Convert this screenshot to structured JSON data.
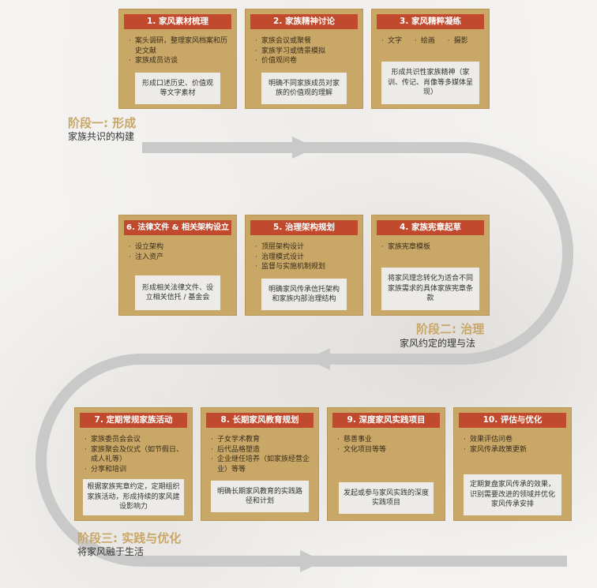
{
  "stages": [
    {
      "title": "阶段一: 形成",
      "subtitle": "家族共识的构建"
    },
    {
      "title": "阶段二: 治理",
      "subtitle": "家风约定的理与法"
    },
    {
      "title": "阶段三: 实践与优化",
      "subtitle": "将家风融于生活"
    }
  ],
  "cards": {
    "c1": {
      "title": "1. 家风素材梳理",
      "items": [
        "案头调研，整理家风档案和历史文献",
        "家族成员访谈"
      ],
      "note": "形成口述历史、价值观等文字素材"
    },
    "c2": {
      "title": "2. 家族精神讨论",
      "items": [
        "家族会议或聚餐",
        "家族学习或情景模拟",
        "价值观问卷"
      ],
      "note": "明确不同家族成员对家族的价值观的理解"
    },
    "c3": {
      "title": "3. 家风精粹凝练",
      "items": [
        "文字",
        "绘画",
        "摄影"
      ],
      "note": "形成共识性家族精神（家训、传记、肖像等多媒体呈现）"
    },
    "c4": {
      "title": "4. 家族宪章起草",
      "items": [
        "家族宪章模板"
      ],
      "note": "将家风理念转化为适合不同家族需求的具体家族宪章条款"
    },
    "c5": {
      "title": "5. 治理架构规划",
      "items": [
        "顶层架构设计",
        "治理模式设计",
        "监督与实施机制规划"
      ],
      "note": "明确家风传承信托架构和家族内部治理结构"
    },
    "c6": {
      "title": "6. 法律文件 & 相关架构设立",
      "items": [
        "设立架构",
        "注入资产"
      ],
      "note": "形成相关法律文件、设立相关信托 / 基金会"
    },
    "c7": {
      "title": "7. 定期常规家族活动",
      "items": [
        "家族委员会会议",
        "家族聚会及仪式（如节假日、成人礼等）",
        "分享和培训"
      ],
      "note": "根据家族宪章约定，定期组织家族活动，形成持续的家风建设影响力"
    },
    "c8": {
      "title": "8. 长期家风教育规划",
      "items": [
        "子女学术教育",
        "后代品格塑造",
        "企业继任培养（如家族经营企业）等等"
      ],
      "note": "明确长期家风教育的实践路径和计划"
    },
    "c9": {
      "title": "9. 深度家风实践项目",
      "items": [
        "慈善事业",
        "文化项目等等"
      ],
      "note": "发起或参与家风实践的深度实践项目"
    },
    "c10": {
      "title": "10. 评估与优化",
      "items": [
        "效果评估问卷",
        "家风传承政策更新"
      ],
      "note": "定期复盘家风传承的效果，识别需要改进的领域并优化家风传承安排"
    }
  },
  "colors": {
    "card_fill": "#c9a867",
    "header_fill": "#c14a2e",
    "note_fill": "#ecebe8",
    "stage_title": "#c8a667",
    "path_gray": "#c9c9c9"
  }
}
